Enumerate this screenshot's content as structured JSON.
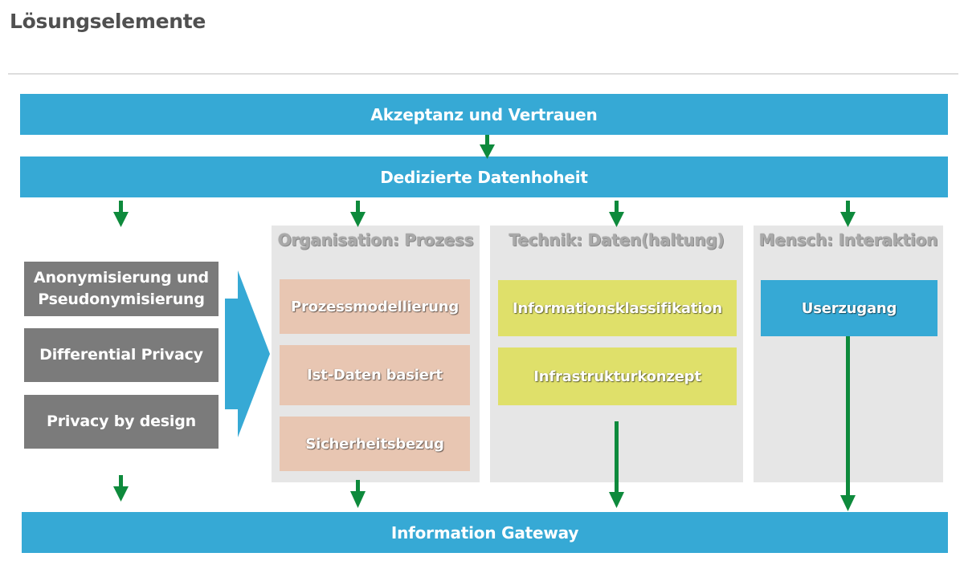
{
  "page": {
    "title": "Lösungselemente"
  },
  "bands": {
    "top": "Akzeptanz und Vertrauen",
    "second": "Dedizierte Datenhoheit",
    "bottom": "Information Gateway"
  },
  "left_column": {
    "items": [
      {
        "label": "Anonymisierung und Pseudonymisierung"
      },
      {
        "label": "Differential Privacy"
      },
      {
        "label": "Privacy by design"
      }
    ]
  },
  "panels": {
    "organisation": {
      "title": "Organisation: Prozess",
      "items": [
        "Prozessmodellierung",
        "Ist-Daten basiert",
        "Sicherheitsbezug"
      ]
    },
    "technik": {
      "title": "Technik: Daten(haltung)",
      "items": [
        "Informationsklassifikation",
        "Infrastrukturkonzept"
      ]
    },
    "mensch": {
      "title": "Mensch: Interaktion",
      "items": [
        "Userzugang"
      ]
    }
  },
  "colors": {
    "band_blue": "#36a9d5",
    "arrow_green": "#0e8a3c",
    "process_box": "#e8c6b2",
    "tech_box": "#dfe06a",
    "left_box_gray": "#7b7b7b",
    "panel_gray": "#e6e6e6"
  }
}
